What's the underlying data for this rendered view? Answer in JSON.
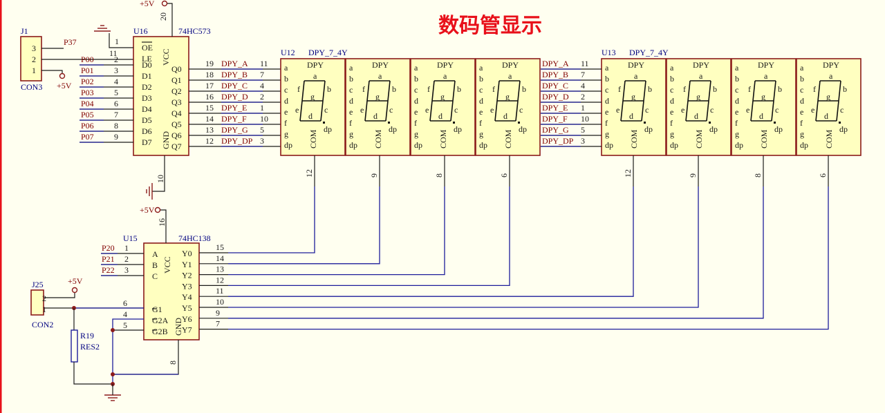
{
  "title": "数码管显示",
  "colors": {
    "title": "#e8101a",
    "chip_fill": "#ffffc0",
    "chip_border": "#8b1a1a",
    "wire": "#1a1a1a",
    "net_wire": "#1c1c9a",
    "background": "#fffff0"
  },
  "power_labels": {
    "vcc": "+5V",
    "gnd": "GND"
  },
  "j1": {
    "ref": "J1",
    "type": "CON3",
    "pins": [
      "3",
      "2",
      "1"
    ],
    "net_p37": "P37",
    "vcc": "+5V"
  },
  "u16": {
    "ref": "U16",
    "part": "74HC573",
    "vcc_pin": "20",
    "gnd_pin": "10",
    "oe_pin": "1",
    "le_pin": "11",
    "pin_oe": "OE",
    "pin_le": "LE",
    "vcc": "VCC",
    "gnd": "GND",
    "inputs": [
      {
        "net": "P00",
        "pin": "2",
        "name": "D0"
      },
      {
        "net": "P01",
        "pin": "3",
        "name": "D1"
      },
      {
        "net": "P02",
        "pin": "4",
        "name": "D2"
      },
      {
        "net": "P03",
        "pin": "5",
        "name": "D3"
      },
      {
        "net": "P04",
        "pin": "6",
        "name": "D4"
      },
      {
        "net": "P05",
        "pin": "7",
        "name": "D5"
      },
      {
        "net": "P06",
        "pin": "8",
        "name": "D6"
      },
      {
        "net": "P07",
        "pin": "9",
        "name": "D7"
      }
    ],
    "outputs": [
      {
        "name": "Q0",
        "pin": "19",
        "net": "DPY_A",
        "seg_pin": "11"
      },
      {
        "name": "Q1",
        "pin": "18",
        "net": "DPY_B",
        "seg_pin": "7"
      },
      {
        "name": "Q2",
        "pin": "17",
        "net": "DPY_C",
        "seg_pin": "4"
      },
      {
        "name": "Q3",
        "pin": "16",
        "net": "DPY_D",
        "seg_pin": "2"
      },
      {
        "name": "Q4",
        "pin": "15",
        "net": "DPY_E",
        "seg_pin": "1"
      },
      {
        "name": "Q5",
        "pin": "14",
        "net": "DPY_F",
        "seg_pin": "10"
      },
      {
        "name": "Q6",
        "pin": "13",
        "net": "DPY_G",
        "seg_pin": "5"
      },
      {
        "name": "Q7",
        "pin": "12",
        "net": "DPY_DP",
        "seg_pin": "3"
      }
    ]
  },
  "displays": [
    {
      "ref": "U12",
      "part": "DPY_7_4Y",
      "com_pins": [
        "12",
        "9",
        "8",
        "6"
      ]
    },
    {
      "ref": "U13",
      "part": "DPY_7_4Y",
      "com_pins": [
        "12",
        "9",
        "8",
        "6"
      ]
    }
  ],
  "digit": {
    "label": "DPY",
    "com": "COM",
    "pins": [
      "a",
      "b",
      "c",
      "d",
      "e",
      "f",
      "g",
      "dp"
    ],
    "seg_a": "a",
    "seg_b": "b",
    "seg_c": "c",
    "seg_d": "d",
    "seg_e": "e",
    "seg_f": "f",
    "seg_g": "g",
    "seg_dp": "dp"
  },
  "u13_nets": [
    {
      "net": "DPY_A",
      "pin": "11"
    },
    {
      "net": "DPY_B",
      "pin": "7"
    },
    {
      "net": "DPY_C",
      "pin": "4"
    },
    {
      "net": "DPY_D",
      "pin": "2"
    },
    {
      "net": "DPY_E",
      "pin": "1"
    },
    {
      "net": "DPY_F",
      "pin": "10"
    },
    {
      "net": "DPY_G",
      "pin": "5"
    },
    {
      "net": "DPY_DP",
      "pin": "3"
    }
  ],
  "u15": {
    "ref": "U15",
    "part": "74HC138",
    "vcc_pin": "16",
    "gnd_pin": "8",
    "vcc": "VCC",
    "gnd": "GND",
    "inputs": [
      {
        "net": "P20",
        "pin": "1",
        "name": "A"
      },
      {
        "net": "P21",
        "pin": "2",
        "name": "B"
      },
      {
        "net": "P22",
        "pin": "3",
        "name": "C"
      }
    ],
    "enables": [
      {
        "pin": "6",
        "name": "G1"
      },
      {
        "pin": "4",
        "name": "G2A"
      },
      {
        "pin": "5",
        "name": "G2B"
      }
    ],
    "outputs": [
      {
        "name": "Y0",
        "pin": "15"
      },
      {
        "name": "Y1",
        "pin": "14"
      },
      {
        "name": "Y2",
        "pin": "13"
      },
      {
        "name": "Y3",
        "pin": "12"
      },
      {
        "name": "Y4",
        "pin": "11"
      },
      {
        "name": "Y5",
        "pin": "10"
      },
      {
        "name": "Y6",
        "pin": "9"
      },
      {
        "name": "Y7",
        "pin": "7"
      }
    ]
  },
  "j25": {
    "ref": "J25",
    "type": "CON2",
    "pins": [
      "2",
      "1"
    ],
    "vcc": "+5V"
  },
  "r19": {
    "ref": "R19",
    "type": "RES2"
  }
}
